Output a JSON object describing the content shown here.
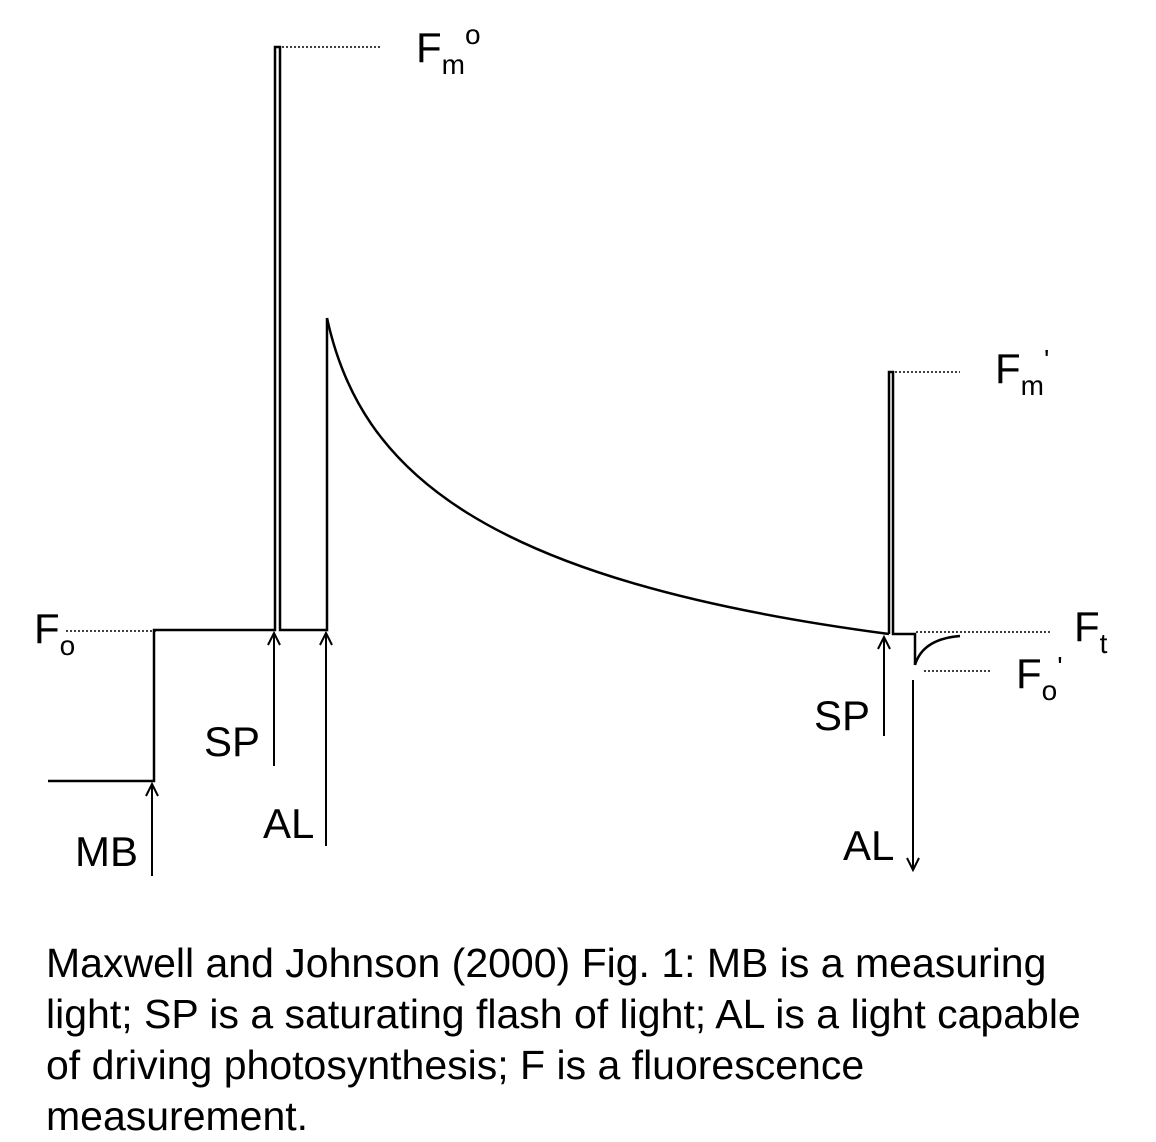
{
  "labels": {
    "fo": "F",
    "fo_sub": "o",
    "fmo": "F",
    "fmo_sub": "m",
    "fmo_sup": "o",
    "fmp": "F",
    "fmp_sub": "m",
    "fmp_sup": "'",
    "ft": "F",
    "ft_sub": "t",
    "fop": "F",
    "fop_sub": "o",
    "fop_sup": "'",
    "mb": "MB",
    "sp1": "SP",
    "al1": "AL",
    "sp2": "SP",
    "al2": "AL"
  },
  "caption": "Maxwell and Johnson (2000) Fig. 1: MB is a measuring light; SP is a saturating flash of light; AL is a light capable of driving photosynthesis; F is a fluorescence measurement."
}
